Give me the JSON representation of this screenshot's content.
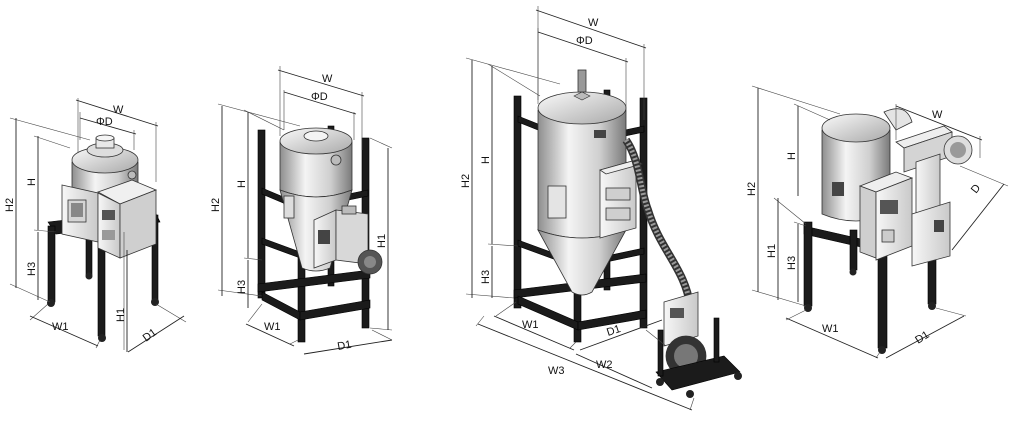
{
  "machines": [
    {
      "id": "dryer-1",
      "dimension_labels": {
        "W": "W",
        "D": "ΦD",
        "H": "H",
        "H2": "H2",
        "H3": "H3",
        "W1": "W1",
        "H1": "H1",
        "D1": "D1"
      }
    },
    {
      "id": "dryer-2",
      "dimension_labels": {
        "W": "W",
        "D": "ΦD",
        "H": "H",
        "H2": "H2",
        "H3": "H3",
        "W1": "W1",
        "H1": "H1",
        "D1": "D1"
      }
    },
    {
      "id": "dryer-3",
      "dimension_labels": {
        "W": "W",
        "D": "ΦD",
        "H": "H",
        "H2": "H2",
        "H3": "H3",
        "W1": "W1",
        "D1": "D1",
        "W2": "W2",
        "W3": "W3"
      }
    },
    {
      "id": "dryer-4",
      "dimension_labels": {
        "W": "W",
        "H": "H",
        "H2": "H2",
        "H1": "H1",
        "H3": "H3",
        "D": "D",
        "W1": "W1",
        "D1": "D1"
      }
    }
  ],
  "colors": {
    "background": "#ffffff",
    "frame": "#1b1b1b",
    "metal_light": "#e6e6e6",
    "metal_dark": "#9a9a9a",
    "line": "#222222"
  }
}
